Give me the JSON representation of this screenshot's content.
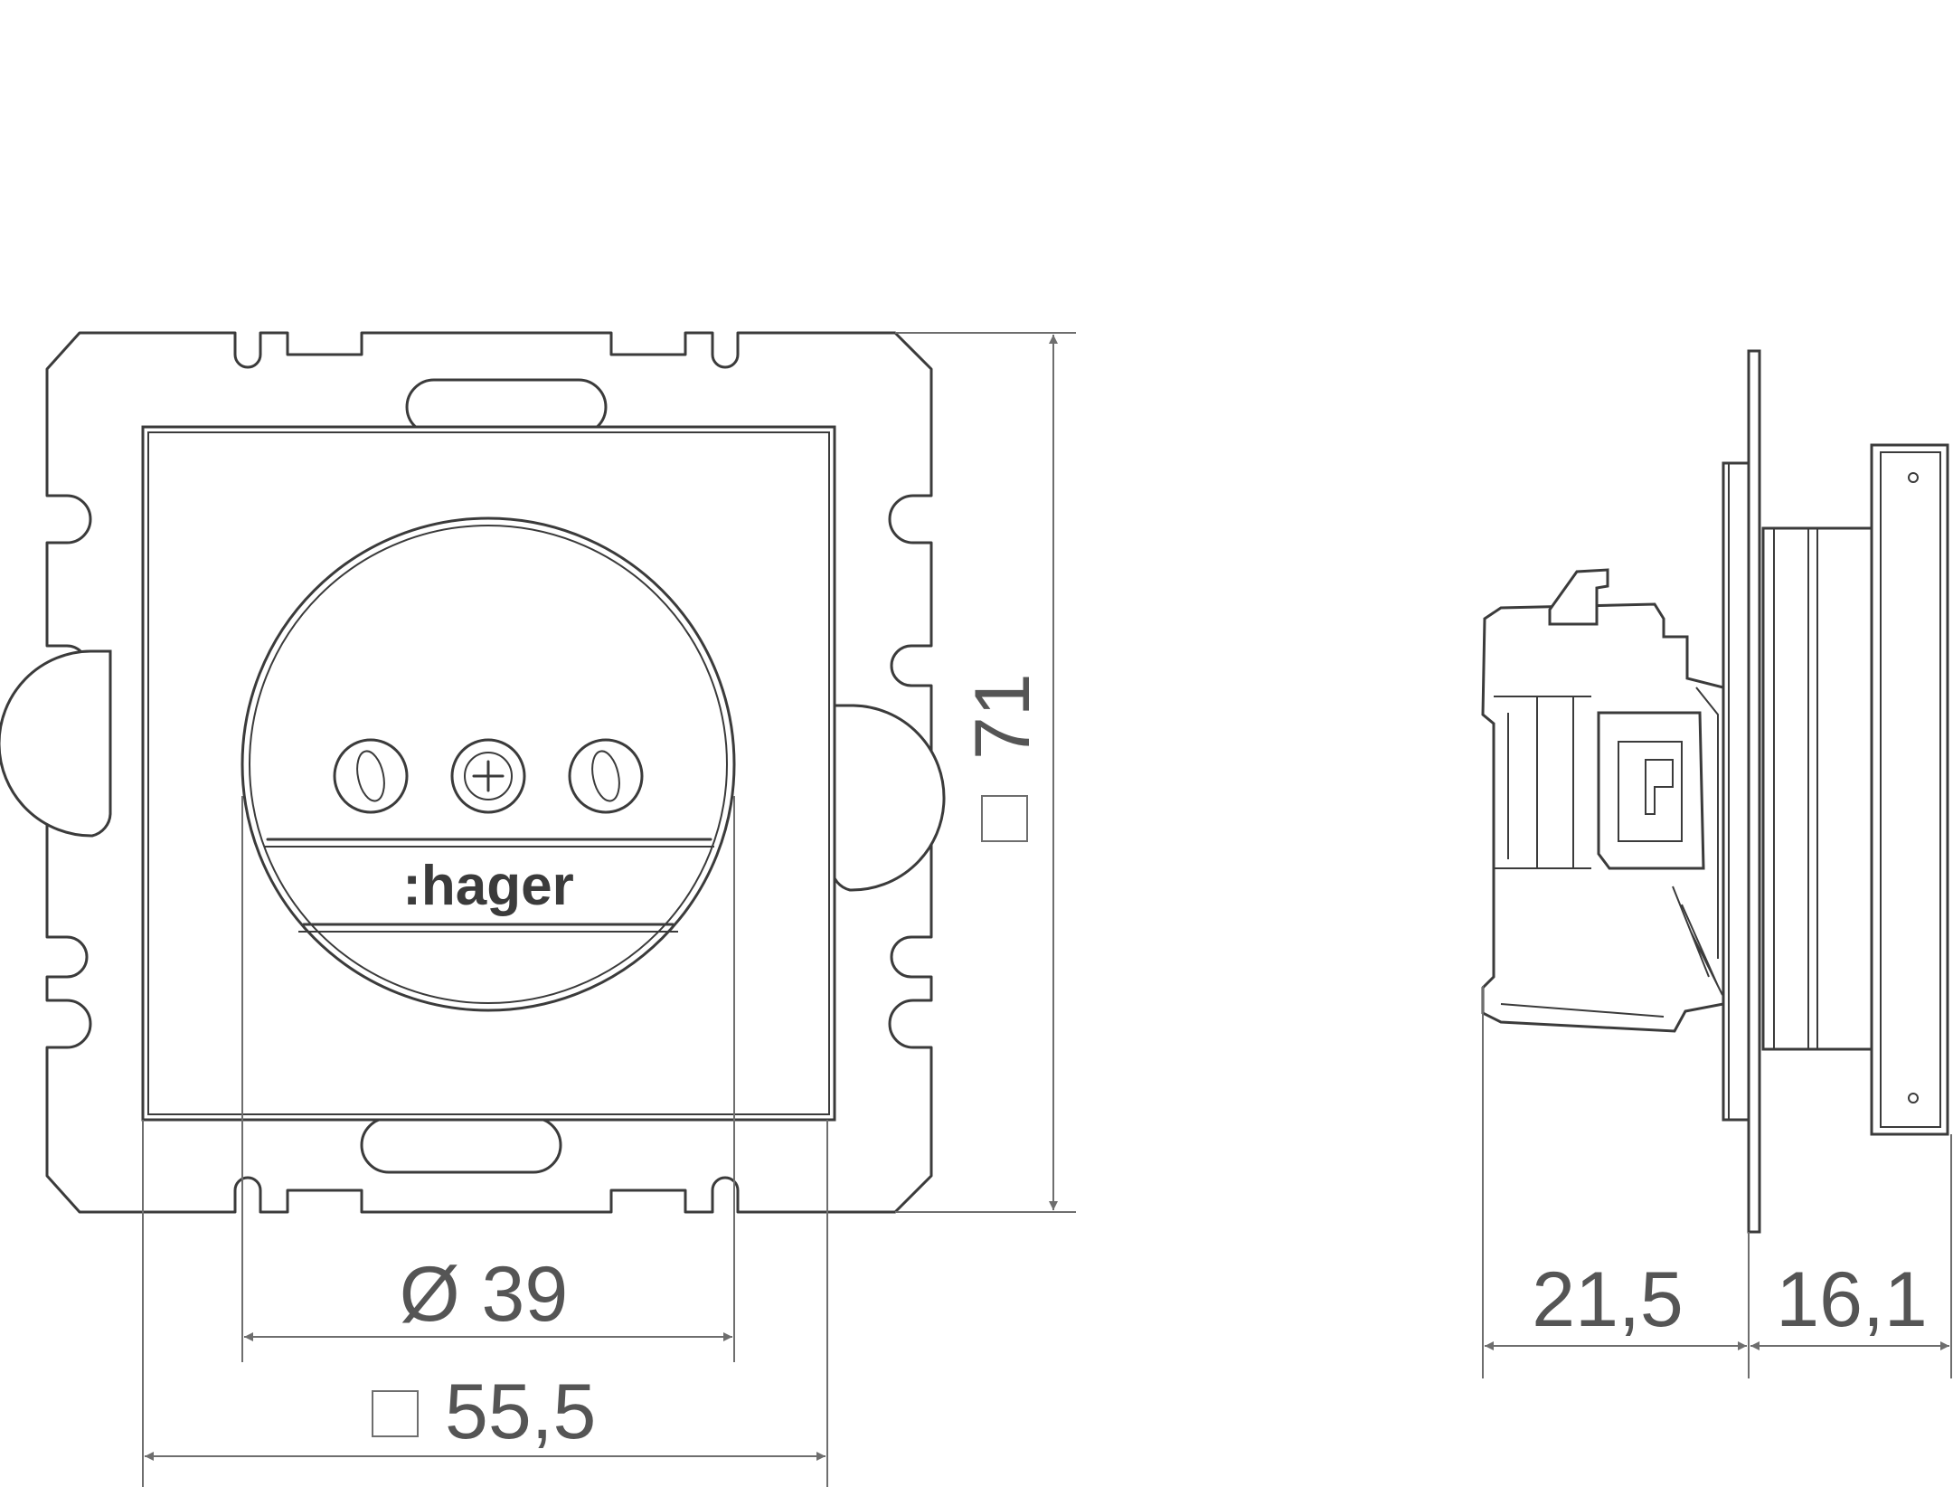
{
  "brand": ":hager",
  "front_view": {
    "diameter_label": "Ø 39",
    "width_label": "55,5",
    "height_label": "71"
  },
  "side_view": {
    "depth_label": "21,5",
    "front_depth_label": "16,1"
  },
  "colors": {
    "line": "#3b3b3b",
    "dimension": "#6e6e6e"
  }
}
